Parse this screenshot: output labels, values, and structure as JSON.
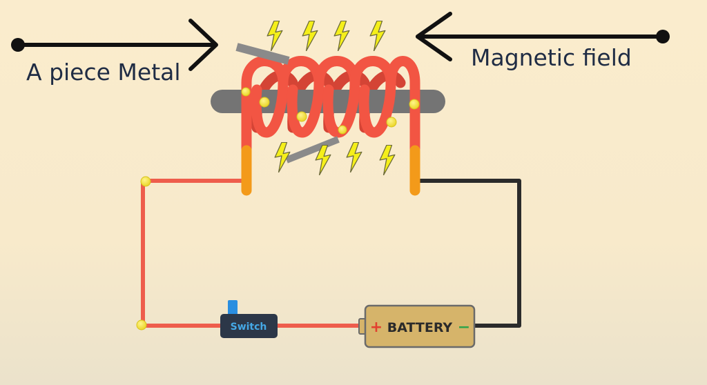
{
  "labels": {
    "metal": "A piece Metal",
    "field": "Magnetic field"
  },
  "switch": {
    "label": "Switch"
  },
  "battery": {
    "label": "BATTERY",
    "plus": "+",
    "minus": "−"
  },
  "colors": {
    "bg_top": "#faeccd",
    "bg_bottom": "#ece2c9",
    "coil_red": "#f25543",
    "coil_orange": "#f39a1a",
    "wire_red": "#ee5d4c",
    "wire_black": "#2b2b2b",
    "core_gray": "#747474",
    "metal_gray": "#8a8a8a",
    "spark_yellow": "#f5ef1a",
    "dot_yellow": "#f2e23a",
    "arrow_black": "#111111",
    "switch_body": "#2c3748",
    "switch_knob": "#2a8ee0",
    "battery_body": "#d6b46a",
    "battery_border": "#6a6a6a"
  },
  "icons": [
    "arrow-right-icon",
    "arrow-left-icon",
    "lightning-bolt-icon"
  ]
}
